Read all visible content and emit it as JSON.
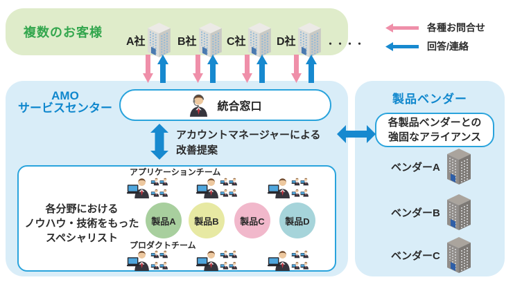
{
  "legend": {
    "inquiry_label": "各種お問合せ",
    "reply_label": "回答/連絡"
  },
  "customers": {
    "title": "複数のお客様",
    "companies": [
      "A社",
      "B社",
      "C社",
      "D社"
    ],
    "more_dots": "・・・・"
  },
  "amo": {
    "title_line1": "AMO",
    "title_line2": "サービスセンター",
    "contact_label": "統合窓口",
    "proposal_line1": "アカウントマネージャーによる",
    "proposal_line2": "改善提案",
    "specialist_line1": "各分野における",
    "specialist_line2": "ノウハウ・技術をもった",
    "specialist_line3": "スペシャリスト",
    "app_team_label": "アプリケーションチーム",
    "product_team_label": "プロダクトチーム",
    "products": [
      {
        "label": "製品A",
        "color": "#a8cf9e"
      },
      {
        "label": "製品B",
        "color": "#e7e9a3"
      },
      {
        "label": "製品C",
        "color": "#f1b8cb"
      },
      {
        "label": "製品D",
        "color": "#a6d4da"
      }
    ]
  },
  "vendors": {
    "title": "製品ベンダー",
    "alliance_line1": "各製品ベンダーとの",
    "alliance_line2": "強固なアライアンス",
    "items": [
      "ベンダーA",
      "ベンダーB",
      "ベンダーC"
    ]
  },
  "colors": {
    "accent_blue": "#1789cf",
    "accent_pink": "#ef8fa9",
    "panel_green": "#dfecca",
    "panel_blue": "#d9edf8",
    "title_green": "#33a64d",
    "title_blue": "#0f87cd",
    "box_border_blue": "#29a3dc"
  }
}
